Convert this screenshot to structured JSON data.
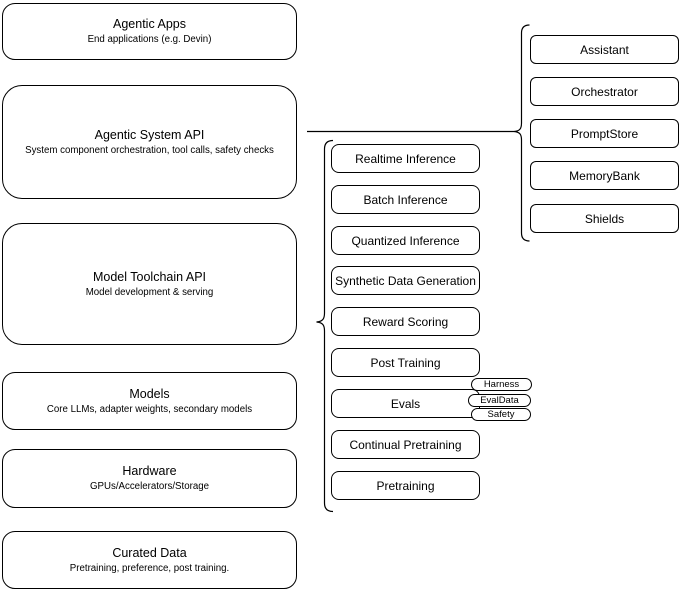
{
  "layers": [
    {
      "title": "Agentic Apps",
      "subtitle": "End applications (e.g. Devin)"
    },
    {
      "title": "Agentic System API",
      "subtitle": "System component orchestration, tool calls, safety checks"
    },
    {
      "title": "Model Toolchain API",
      "subtitle": "Model development & serving"
    },
    {
      "title": "Models",
      "subtitle": "Core LLMs, adapter weights, secondary models"
    },
    {
      "title": "Hardware",
      "subtitle": "GPUs/Accelerators/Storage"
    },
    {
      "title": "Curated Data",
      "subtitle": "Pretraining, preference, post training."
    }
  ],
  "toolchain_items": [
    "Realtime Inference",
    "Batch Inference",
    "Quantized Inference",
    "Synthetic Data Generation",
    "Reward Scoring",
    "Post Training",
    "Evals",
    "Continual Pretraining",
    "Pretraining"
  ],
  "eval_tags": [
    "Harness",
    "EvalData",
    "Safety"
  ],
  "system_components": [
    "Assistant",
    "Orchestrator",
    "PromptStore",
    "MemoryBank",
    "Shields"
  ],
  "colors": {
    "stroke": "#000000",
    "fill": "#ffffff",
    "background": "#ffffff"
  }
}
